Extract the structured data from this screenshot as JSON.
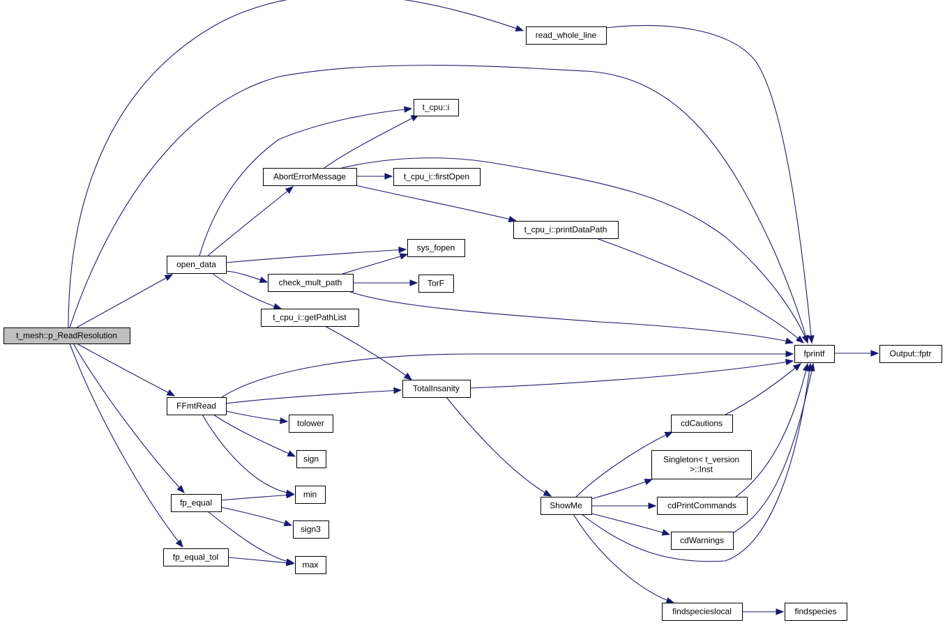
{
  "graph": {
    "root": "t_mesh::p_ReadResolution",
    "nodes": [
      {
        "id": "root",
        "label": "t_mesh::p_ReadResolution",
        "root": true
      },
      {
        "id": "read_whole_line",
        "label": "read_whole_line"
      },
      {
        "id": "t_cpu_i",
        "label": "t_cpu::i"
      },
      {
        "id": "AbortErrorMessage",
        "label": "AbortErrorMessage"
      },
      {
        "id": "firstOpen",
        "label": "t_cpu_i::firstOpen"
      },
      {
        "id": "printDataPath",
        "label": "t_cpu_i::printDataPath"
      },
      {
        "id": "open_data",
        "label": "open_data"
      },
      {
        "id": "sys_fopen",
        "label": "sys_fopen"
      },
      {
        "id": "check_mult_path",
        "label": "check_mult_path"
      },
      {
        "id": "TorF",
        "label": "TorF"
      },
      {
        "id": "getPathList",
        "label": "t_cpu_i::getPathList"
      },
      {
        "id": "fprintf",
        "label": "fprintf"
      },
      {
        "id": "fptr",
        "label": "Output::fptr"
      },
      {
        "id": "TotalInsanity",
        "label": "TotalInsanity"
      },
      {
        "id": "FFmtRead",
        "label": "FFmtRead"
      },
      {
        "id": "tolower",
        "label": "tolower"
      },
      {
        "id": "sign",
        "label": "sign"
      },
      {
        "id": "min",
        "label": "min"
      },
      {
        "id": "fp_equal",
        "label": "fp_equal"
      },
      {
        "id": "sign3",
        "label": "sign3"
      },
      {
        "id": "fp_equal_tol",
        "label": "fp_equal_tol"
      },
      {
        "id": "max",
        "label": "max"
      },
      {
        "id": "cdCautions",
        "label": "cdCautions"
      },
      {
        "id": "SingletonInst",
        "label": [
          "Singleton< t_version",
          ">::Inst"
        ]
      },
      {
        "id": "ShowMe",
        "label": "ShowMe"
      },
      {
        "id": "cdPrintCommands",
        "label": "cdPrintCommands"
      },
      {
        "id": "cdWarnings",
        "label": "cdWarnings"
      },
      {
        "id": "findspecieslocal",
        "label": "findspecieslocal"
      },
      {
        "id": "findspecies",
        "label": "findspecies"
      }
    ],
    "edges": [
      [
        "root",
        "read_whole_line"
      ],
      [
        "root",
        "fprintf"
      ],
      [
        "root",
        "open_data"
      ],
      [
        "root",
        "FFmtRead"
      ],
      [
        "root",
        "fp_equal"
      ],
      [
        "root",
        "fp_equal_tol"
      ],
      [
        "read_whole_line",
        "fprintf"
      ],
      [
        "open_data",
        "t_cpu_i"
      ],
      [
        "open_data",
        "AbortErrorMessage"
      ],
      [
        "open_data",
        "sys_fopen"
      ],
      [
        "open_data",
        "check_mult_path"
      ],
      [
        "open_data",
        "getPathList"
      ],
      [
        "AbortErrorMessage",
        "t_cpu_i"
      ],
      [
        "AbortErrorMessage",
        "firstOpen"
      ],
      [
        "AbortErrorMessage",
        "printDataPath"
      ],
      [
        "AbortErrorMessage",
        "fprintf"
      ],
      [
        "printDataPath",
        "fprintf"
      ],
      [
        "check_mult_path",
        "sys_fopen"
      ],
      [
        "check_mult_path",
        "TorF"
      ],
      [
        "check_mult_path",
        "fprintf"
      ],
      [
        "getPathList",
        "TotalInsanity"
      ],
      [
        "fprintf",
        "fptr"
      ],
      [
        "FFmtRead",
        "fprintf"
      ],
      [
        "FFmtRead",
        "TotalInsanity"
      ],
      [
        "FFmtRead",
        "tolower"
      ],
      [
        "FFmtRead",
        "sign"
      ],
      [
        "FFmtRead",
        "min"
      ],
      [
        "TotalInsanity",
        "fprintf"
      ],
      [
        "TotalInsanity",
        "ShowMe"
      ],
      [
        "fp_equal",
        "min"
      ],
      [
        "fp_equal",
        "sign3"
      ],
      [
        "fp_equal",
        "max"
      ],
      [
        "fp_equal_tol",
        "max"
      ],
      [
        "ShowMe",
        "cdCautions"
      ],
      [
        "ShowMe",
        "SingletonInst"
      ],
      [
        "ShowMe",
        "cdPrintCommands"
      ],
      [
        "ShowMe",
        "cdWarnings"
      ],
      [
        "ShowMe",
        "fprintf"
      ],
      [
        "ShowMe",
        "findspecieslocal"
      ],
      [
        "cdCautions",
        "fprintf"
      ],
      [
        "cdPrintCommands",
        "fprintf"
      ],
      [
        "cdWarnings",
        "fprintf"
      ],
      [
        "findspecieslocal",
        "findspecies"
      ]
    ],
    "colors": {
      "edge": "#191970",
      "root_fill": "#bfbfbf",
      "node_fill": "#ffffff",
      "node_border": "#000000"
    }
  }
}
